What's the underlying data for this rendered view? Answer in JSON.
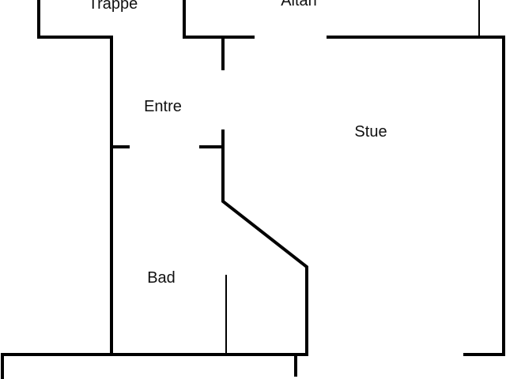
{
  "rooms": {
    "trappe": "Trappe",
    "altan": "Altan",
    "entre": "Entre",
    "stue": "Stue",
    "bad": "Bad"
  },
  "colors": {
    "wall": "#000000",
    "background": "#ffffff"
  }
}
